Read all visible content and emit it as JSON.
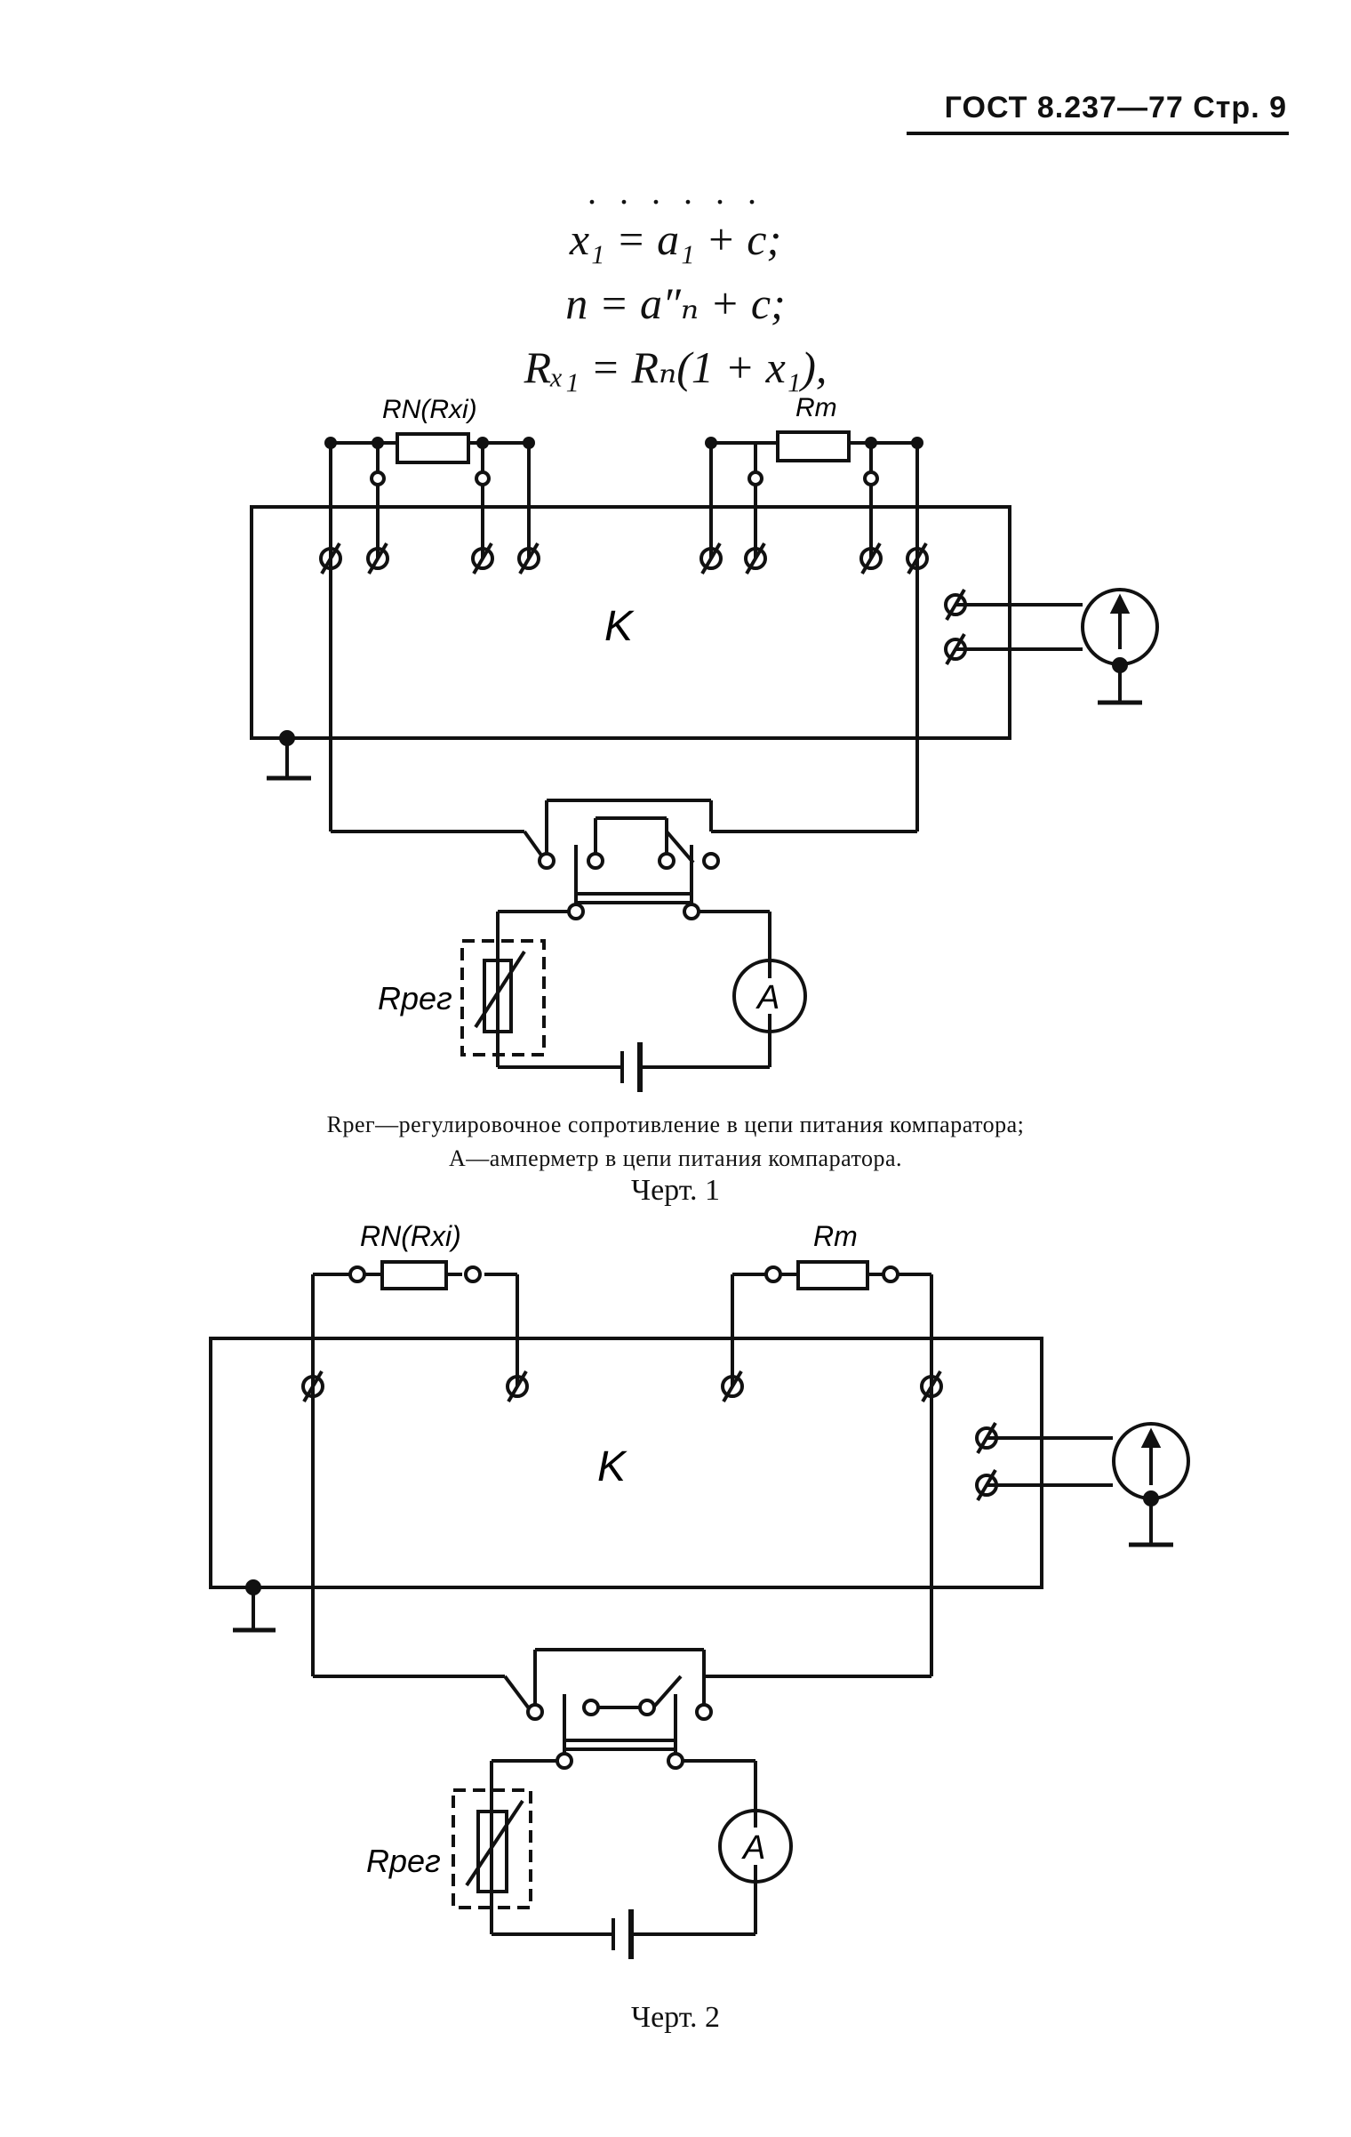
{
  "header": {
    "text": "ГОСТ 8.237—77 Стр. 9"
  },
  "formulas": {
    "dots": ". . . . . .",
    "line1": "x₁ = a₁ + c;",
    "line2": "n = a″ₙ + c;",
    "line3": "Rₓ₁ = Rₙ(1 + x₁),"
  },
  "figure1": {
    "label_resistor_left": "RN(Rxi)",
    "label_resistor_right": "Rт",
    "label_comparator": "K",
    "label_rheostat": "Rрег",
    "label_ammeter": "A",
    "caption_line1": "Rрег—регулировочное сопротивление в цепи питания компаратора;",
    "caption_line2": "A—амперметр в цепи питания компаратора.",
    "title": "Черт. 1"
  },
  "figure2": {
    "label_resistor_left": "RN(Rxi)",
    "label_resistor_right": "Rт",
    "label_comparator": "K",
    "label_rheostat": "Rрег",
    "label_ammeter": "A",
    "title": "Черт. 2"
  }
}
